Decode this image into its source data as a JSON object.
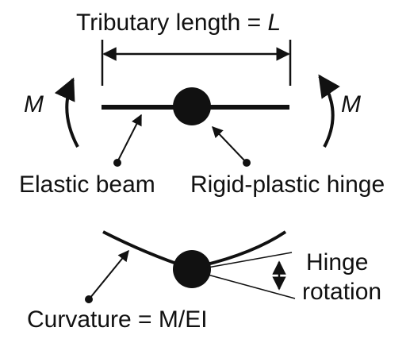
{
  "diagram": {
    "title_prefix": "Tributary length = ",
    "title_symbol": "L",
    "moment_left": "M",
    "moment_right": "M",
    "label_elastic_beam": "Elastic beam",
    "label_hinge": "Rigid-plastic hinge",
    "label_rotation_line1": "Hinge",
    "label_rotation_line2": "rotation",
    "label_curvature": "Curvature = M/EI"
  },
  "colors": {
    "ink": "#111111",
    "background": "#ffffff"
  }
}
